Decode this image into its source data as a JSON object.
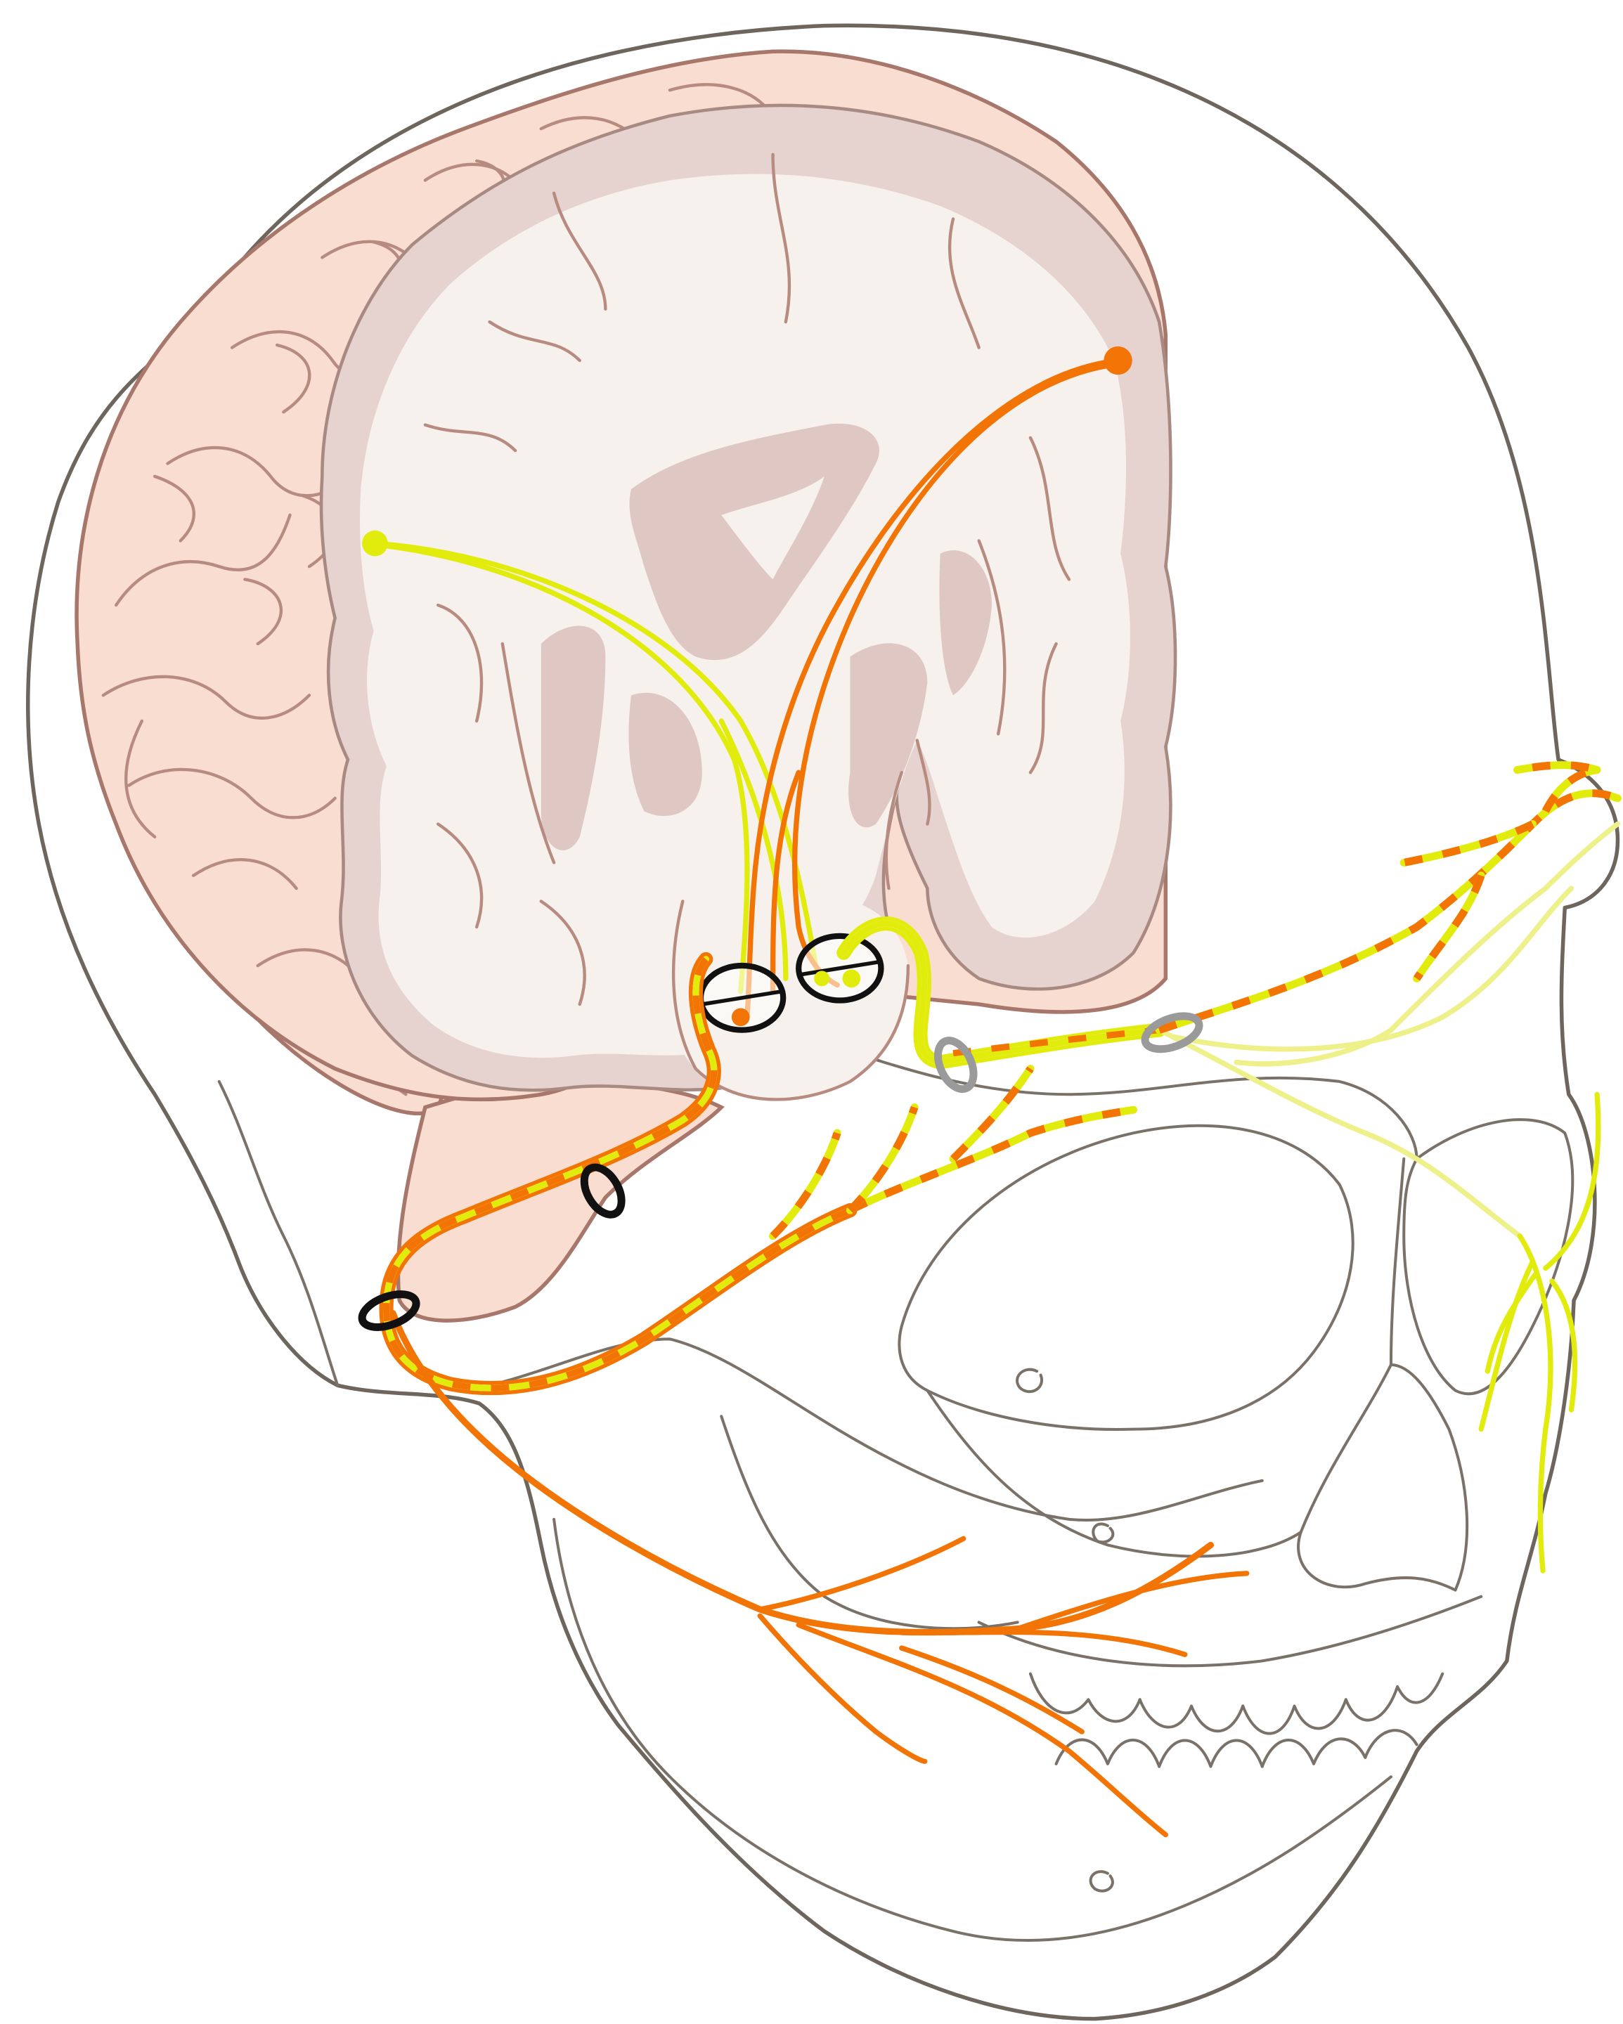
{
  "colors": {
    "motor_pathway": "#f27405",
    "sensory_pathway": "#e2ec0c",
    "brain_surface": "#f9ddd1",
    "grey_matter": "#e6d3cf",
    "white_matter": "#f6f1ec",
    "skull_outline": "#6e655c",
    "foramen_black": "#111111",
    "foramen_grey": "#9a9a9a"
  },
  "elements": [
    "skull",
    "brain-coronal-section",
    "cerebellum",
    "brainstem",
    "motor-pathway",
    "sensory-pathway",
    "nuclei",
    "foramina"
  ]
}
